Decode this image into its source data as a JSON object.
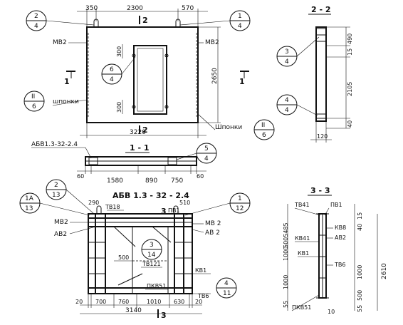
{
  "top_elevation": {
    "dims_top": [
      "350",
      "2300",
      "570"
    ],
    "dim_height": "2650",
    "dim_bottom": "3220",
    "dim_opening_top": "300",
    "dim_opening_bottom": "300",
    "section_label_top": "2",
    "section_label_bottom": "2",
    "section_label_left": "1",
    "section_label_right": "1",
    "label_mv2_left": "МВ2",
    "label_mv2_right": "МВ2",
    "label_shponki_left": "шпонки",
    "label_shponki_right": "Шпонки",
    "bubble_2_4": {
      "top": "2",
      "bottom": "4"
    },
    "bubble_1_4": {
      "top": "1",
      "bottom": "4"
    },
    "bubble_6_4": {
      "top": "6",
      "bottom": "4"
    },
    "bubble_II_6_left": {
      "top": "II",
      "bottom": "6"
    },
    "bubble_II_6_right": {
      "top": "II",
      "bottom": "6"
    }
  },
  "section_2_2": {
    "title": "2 - 2",
    "dims": [
      "490",
      "15",
      "2105",
      "40"
    ],
    "dim_bottom": "120",
    "bubble_3_4": {
      "top": "3",
      "bottom": "4"
    },
    "bubble_4_4": {
      "top": "4",
      "bottom": "4"
    }
  },
  "section_1_1": {
    "title": "1 - 1",
    "label_abv": "АБВ1.3-32-2.4",
    "dims": [
      "60",
      "1580",
      "890",
      "750",
      "60"
    ],
    "bubble_5_4": {
      "top": "5",
      "bottom": "4"
    }
  },
  "rebar_plan": {
    "title": "АБВ 1.3 - 32 - 2.4",
    "dims_top": [
      "290",
      "510"
    ],
    "labels": {
      "tv18": "ТВ18",
      "pv1": "ПВ1",
      "mv2_left": "МВ2",
      "av2_left": "АВ2",
      "mv2_right": "МВ 2",
      "av2_right": "АВ 2",
      "tv121": "ТВ121",
      "kv1": "КВ1",
      "pkv51": "ПКВ51",
      "tv6": "ТВ6",
      "d500": "500"
    },
    "dims_bottom": [
      "20",
      "700",
      "760",
      "1010",
      "630",
      "20"
    ],
    "dim_total": "3140",
    "section_label": "3",
    "bubble_2_13": {
      "top": "2",
      "bottom": "13"
    },
    "bubble_1A_13": {
      "top": "1А",
      "bottom": "13"
    },
    "bubble_1_12": {
      "top": "1",
      "bottom": "12"
    },
    "bubble_3_14": {
      "top": "3",
      "bottom": "14"
    },
    "bubble_4_11": {
      "top": "4",
      "bottom": "11"
    }
  },
  "section_3_3": {
    "title": "3 - 3",
    "labels": {
      "tv41": "ТВ41",
      "pv1": "ПВ1",
      "kv8": "КВ8",
      "kv41": "КВ41",
      "av2": "АВ2",
      "kv1": "КВ1",
      "tv6": "ТВ6",
      "pkv51": "ПКВ51"
    },
    "dims_left": [
      "5005485",
      "1000",
      "1000",
      "55"
    ],
    "dims_right": [
      "15",
      "40",
      "1000",
      "500",
      "55"
    ],
    "dim_total": "2610",
    "dim_bottom": "10"
  }
}
